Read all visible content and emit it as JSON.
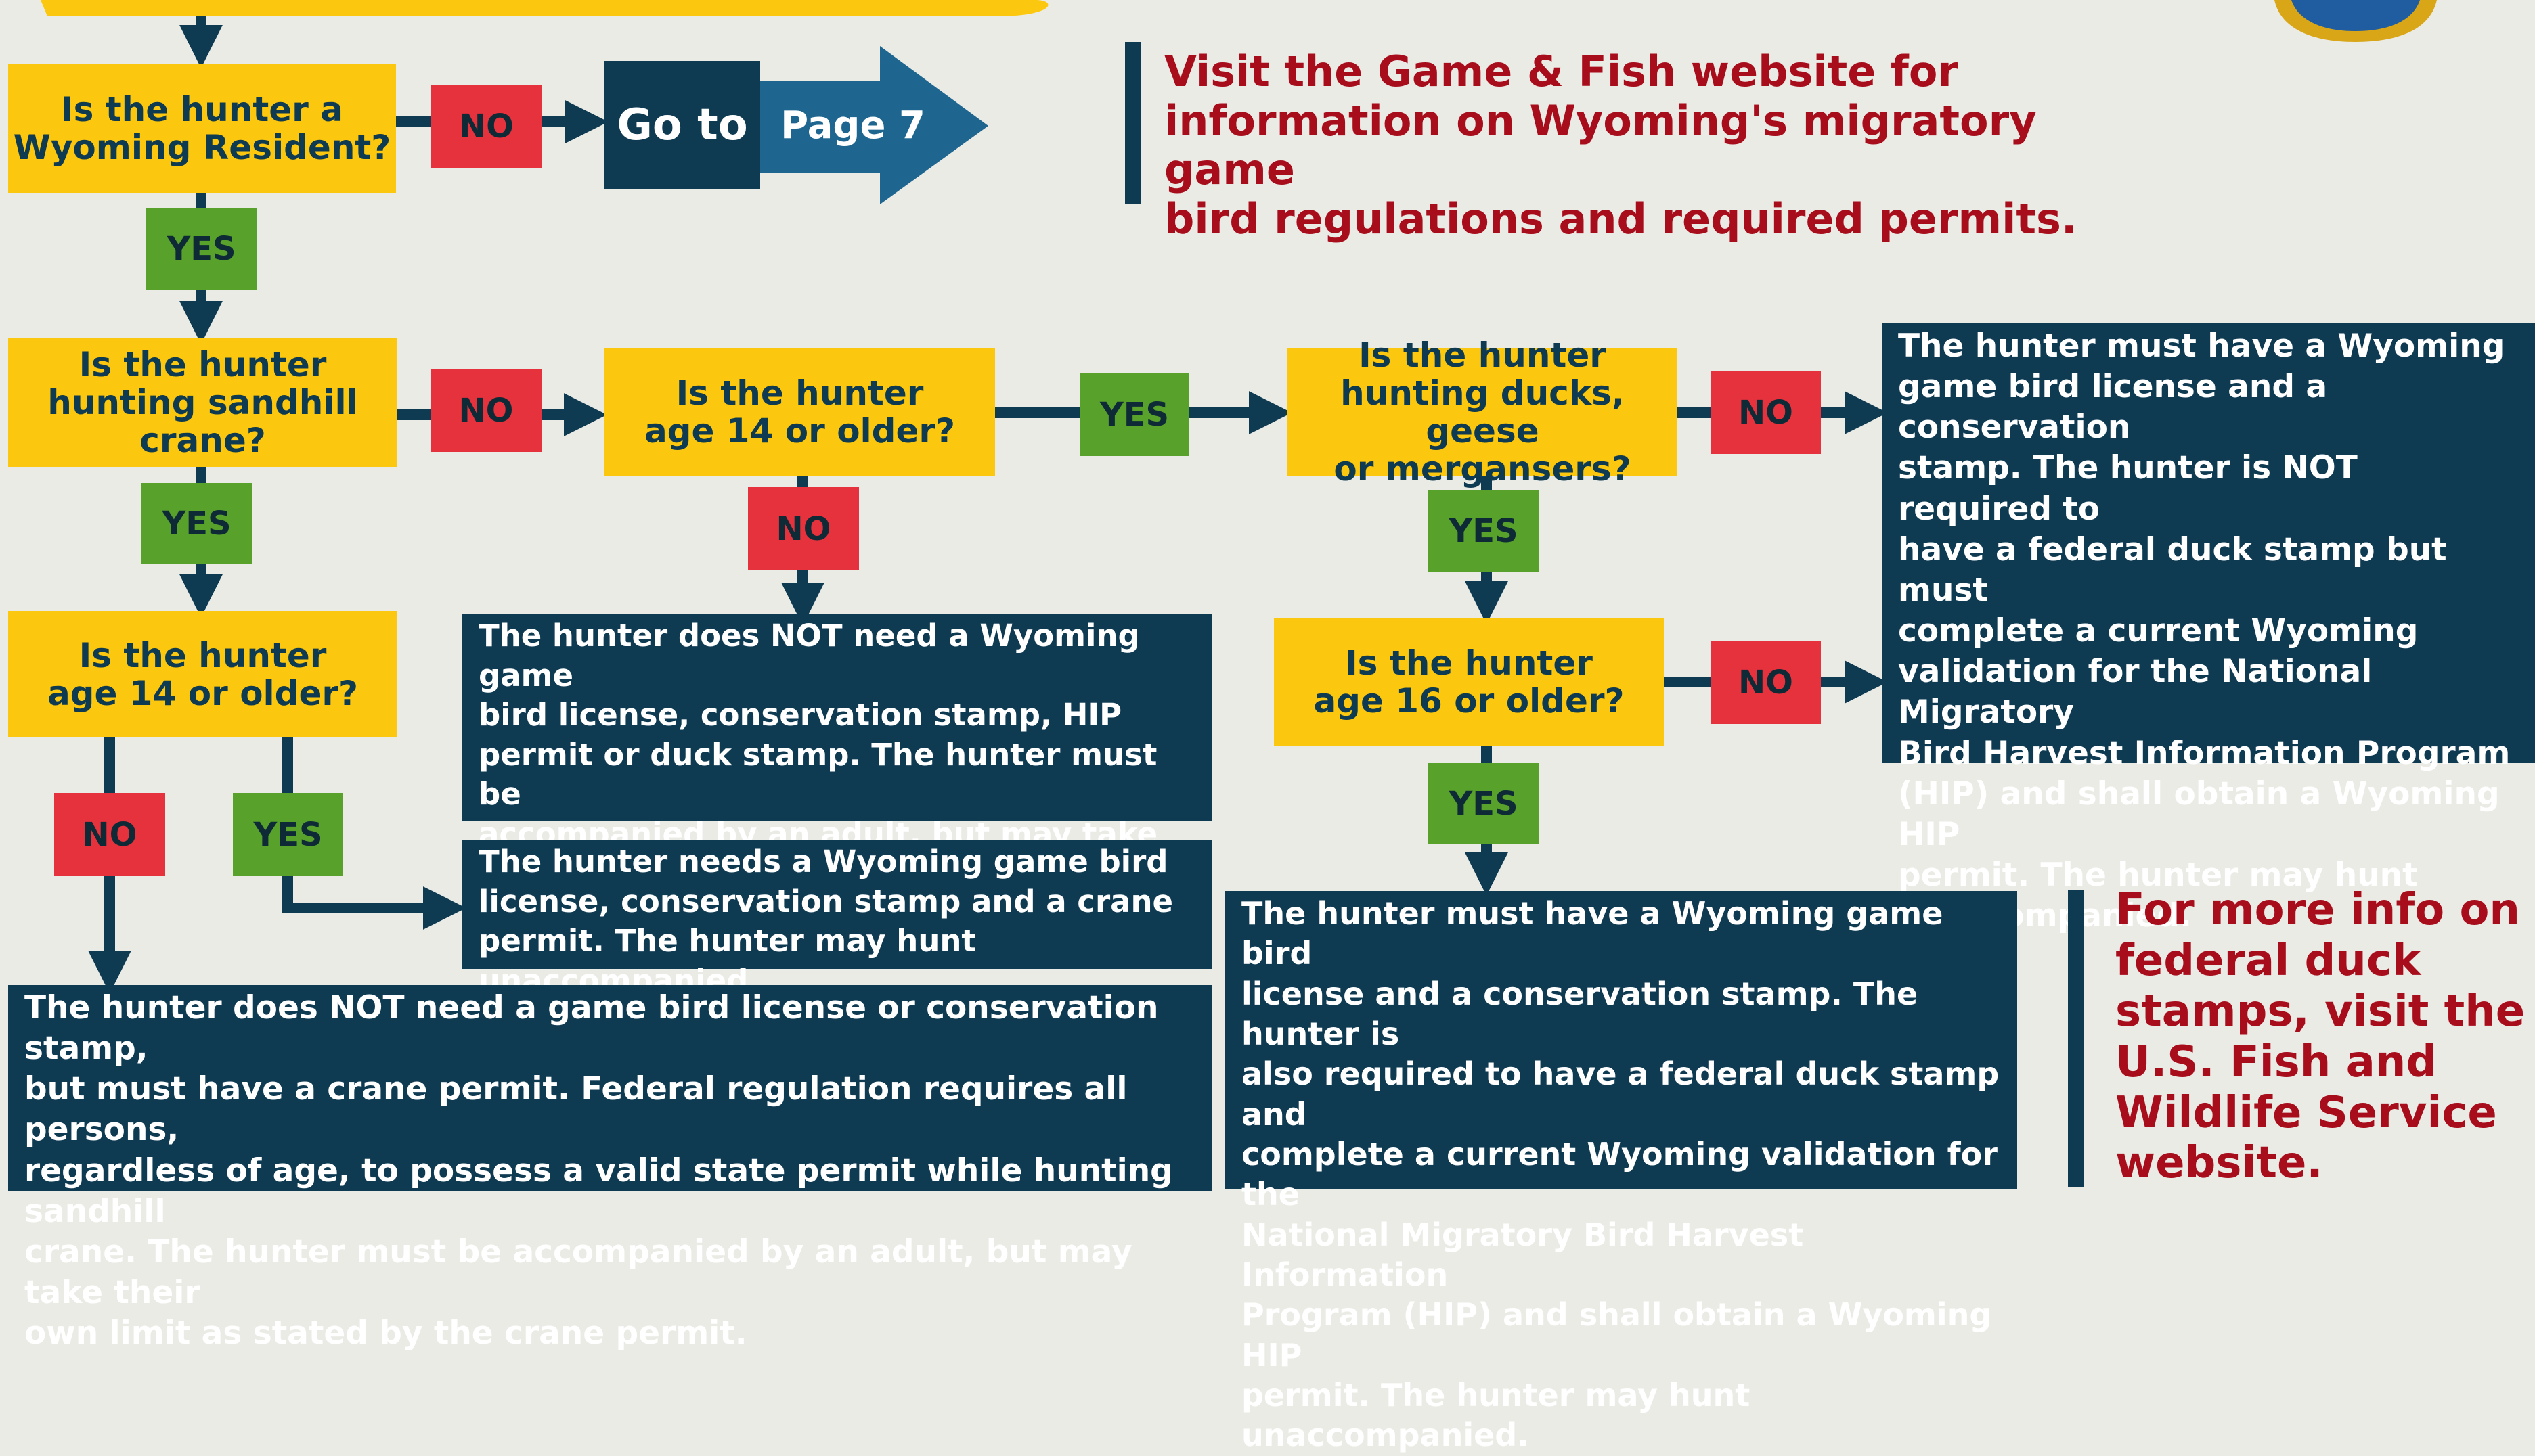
{
  "colors": {
    "background": "#ebebe6",
    "question": "#fcc80f",
    "no": "#e6323c",
    "yes": "#58a12b",
    "answer": "#0e3a52",
    "connector": "#0e3a52",
    "info_text": "#a80d1c",
    "banner_dark": "#0e3a52",
    "banner_arrow": "#1e6690"
  },
  "questions": {
    "resident": "Is the hunter a\nWyoming Resident?",
    "sandhill": "Is the hunter\nhunting sandhill\ncrane?",
    "age14_crane": "Is the hunter\nage 14 or older?",
    "age14_general": "Is the hunter\nage 14 or older?",
    "ducks": "Is the hunter\nhunting ducks, geese\nor mergansers?",
    "age16": "Is the hunter\nage 16 or older?"
  },
  "labels": {
    "no": "NO",
    "yes": "YES"
  },
  "goto": {
    "prefix": "Go to",
    "page": "Page 7"
  },
  "info": {
    "game_fish": "Visit the Game & Fish website for\ninformation on Wyoming's migratory game\nbird regulations and required permits.",
    "federal": "For more info on\nfederal duck\nstamps, visit the\nU.S. Fish and\nWildlife Service\nwebsite."
  },
  "answers": {
    "under14_general": "The hunter does NOT need a Wyoming game\nbird license, conservation stamp, HIP\npermit or duck stamp. The hunter must be\naccompanied by an adult, but may take their\nown limit.",
    "crane_14plus": "The hunter needs a Wyoming game bird\nlicense, conservation stamp and a crane\npermit. The hunter may hunt unaccompanied.",
    "crane_under14": "The hunter does NOT need a game bird license or conservation stamp,\nbut must have a crane permit. Federal regulation requires all persons,\nregardless of age, to possess a valid state permit while hunting sandhill\ncrane.  The hunter must be accompanied by an adult, but may take their\nown limit as stated by the crane permit.",
    "not_ducks_or_under16": "The hunter must have a Wyoming\ngame bird license and a conservation\nstamp. The hunter is NOT required to\nhave a federal duck stamp but must\ncomplete a current Wyoming\nvalidation for the National Migratory\nBird Harvest Information Program\n(HIP) and shall obtain a Wyoming HIP\npermit. The hunter may hunt\nunaccompanied.",
    "ducks_16plus": "The hunter must have a Wyoming game bird\nlicense and a conservation stamp. The hunter is\nalso required to have a federal duck stamp and\ncomplete a current Wyoming validation for the\nNational Migratory Bird Harvest Information\nProgram (HIP) and shall obtain a Wyoming HIP\npermit. The hunter may hunt unaccompanied."
  },
  "icons": [
    "arrow-icon",
    "goto-arrow-icon",
    "badge-logo"
  ]
}
